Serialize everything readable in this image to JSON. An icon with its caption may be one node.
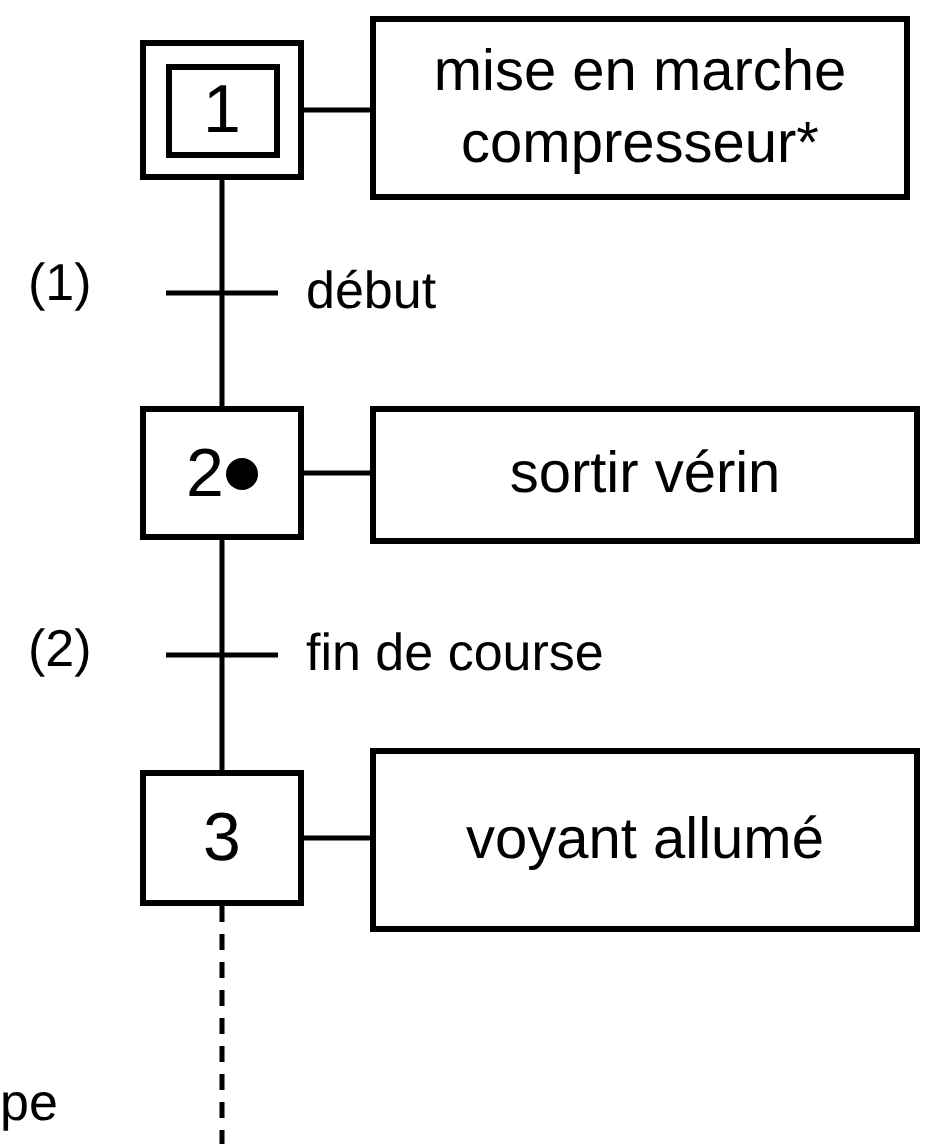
{
  "diagram": {
    "nodes": [
      {
        "text": [
          "1"
        ]
      },
      {
        "text": [
          "mise en marche compresseur*"
        ]
      },
      {
        "text": [
          "2"
        ]
      },
      {
        "text": [
          "sortir vérin"
        ]
      },
      {
        "text": [
          "3"
        ]
      },
      {
        "text": [
          "voyant allumé"
        ]
      }
    ],
    "edges": [
      {
        "from": 0,
        "to": 1,
        "arrow": "none"
      },
      {
        "from": 0,
        "to": 2,
        "arrow": "none",
        "label": "début"
      },
      {
        "from": 2,
        "to": 3,
        "arrow": "none"
      },
      {
        "from": 2,
        "to": 4,
        "arrow": "none",
        "label": "fin de course"
      },
      {
        "from": 4,
        "to": 5,
        "arrow": "none"
      },
      {
        "from": 4,
        "to": null,
        "arrow": "none",
        "style": "dashed"
      }
    ],
    "labels": [
      "(1)",
      "(2)",
      "pe"
    ]
  }
}
